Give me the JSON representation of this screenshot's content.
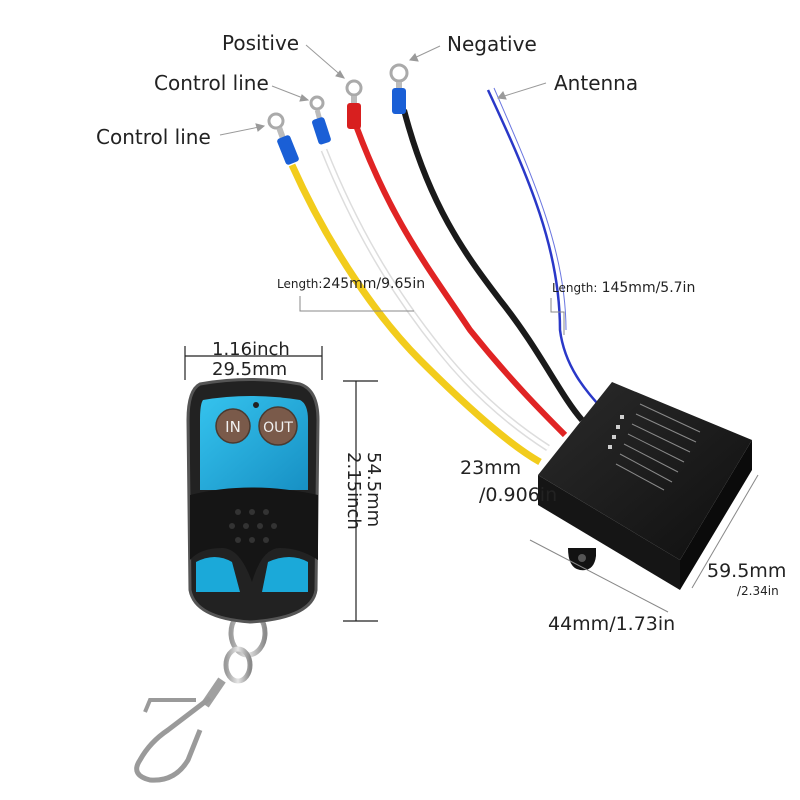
{
  "labels": {
    "positive": "Positive",
    "negative": "Negative",
    "antenna": "Antenna",
    "control_line_upper": "Control line",
    "control_line_lower": "Control line"
  },
  "wire_length": {
    "prefix": "Length:",
    "value": "245mm/9.65in"
  },
  "antenna_length": {
    "prefix": "Length:",
    "value": "145mm/5.7in"
  },
  "remote": {
    "width_in": "1.16inch",
    "width_mm": "29.5mm",
    "height_mm": "54.5mm",
    "height_in": "2.15inch",
    "button_in": "IN",
    "button_out": "OUT"
  },
  "receiver": {
    "height_mm": "23mm",
    "height_in": "/0.906in",
    "width": "44mm/1.73in",
    "length_mm": "59.5mm",
    "length_in": "/2.34in"
  },
  "colors": {
    "wire_yellow": "#f2cc1c",
    "wire_white": "#eeeeee",
    "wire_red": "#e02424",
    "wire_black": "#1a1a1a",
    "wire_antenna": "#2a38c8",
    "remote_button_panel": "#1ba9d9",
    "terminal_blue": "#1a5fd6"
  }
}
